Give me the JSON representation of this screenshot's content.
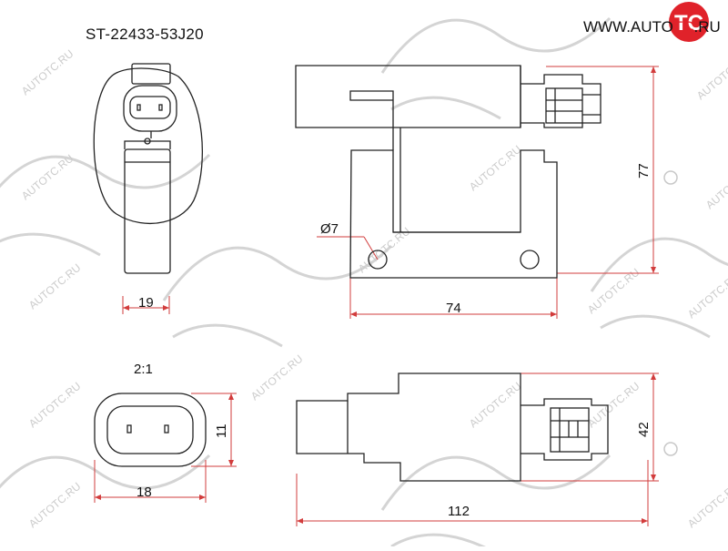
{
  "part_number": "ST-22433-53J20",
  "logo": {
    "text": "WWW.AUTOTC.RU",
    "accent_color": "#e0222a"
  },
  "watermark": {
    "text": "AUTOTC.RU",
    "color": "#cfcfcf"
  },
  "dimensions": {
    "connector_width": "19",
    "hole_diameter": "Ø7",
    "mount_width": "74",
    "height": "77",
    "scale": "2:1",
    "plug_height": "11",
    "plug_width": "18",
    "bottom_width": "112",
    "bottom_height": "42"
  },
  "colors": {
    "outline": "#222222",
    "dimension_line": "#d23c3c"
  }
}
